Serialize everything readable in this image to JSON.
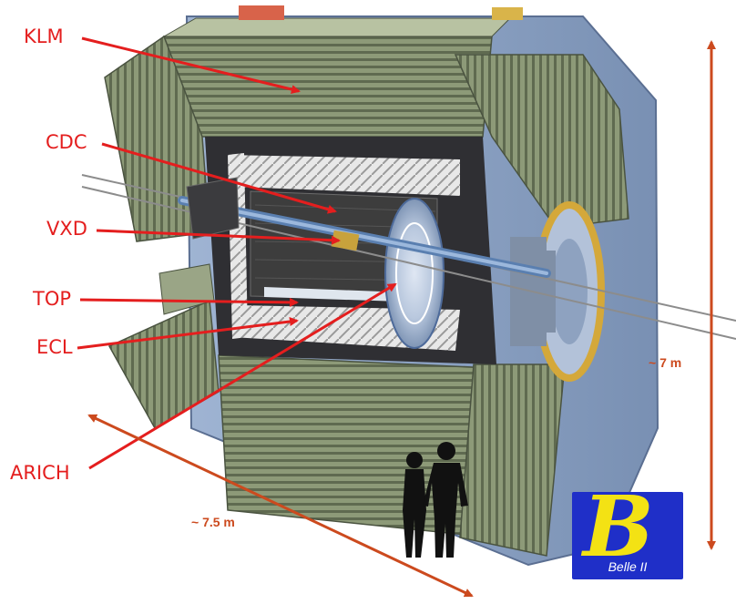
{
  "labels": {
    "klm": "KLM",
    "cdc": "CDC",
    "vxd": "VXD",
    "top": "TOP",
    "ecl": "ECL",
    "arich": "ARICH"
  },
  "dimensions": {
    "height": "~ 7 m",
    "length": "~ 7.5 m"
  },
  "logo": {
    "glyph": "B",
    "text": "Belle II"
  },
  "colors": {
    "label_red": "#e41e1e",
    "dimension_orange": "#cc4a1e",
    "yoke_olive": "#8a9674",
    "frame_blue": "#8fa7c9",
    "logo_blue": "#1f2fc8",
    "logo_yellow": "#f3e214"
  }
}
